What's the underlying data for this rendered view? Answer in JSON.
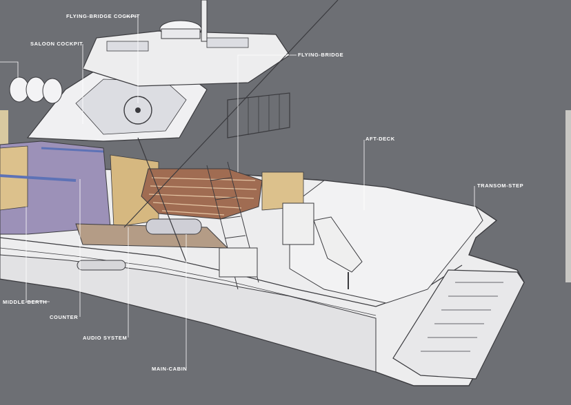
{
  "labels": {
    "flying_bridge_cockpit": "FLYING-BRIDGE COCKPIT",
    "saloon_cockpit": "SALOON COCKPIT",
    "flying_bridge": "FLYING-BRIDGE",
    "aft_deck": "AFT-DECK",
    "transom_step": "TRANSOM-STEP",
    "middle_berth": "MIDDLE-BERTH",
    "counter": "COUNTER",
    "audio_system": "AUDIO SYSTEM",
    "main_cabin": "MAIN-CABIN"
  },
  "colors": {
    "background": "#6d6f74",
    "hull": "#eeeeef",
    "outline": "#3a3a3e",
    "wood": "#d9bd86",
    "upholstery": "#9b6a52",
    "cabin_shadow": "#8d84a8",
    "label": "#ffffff"
  }
}
